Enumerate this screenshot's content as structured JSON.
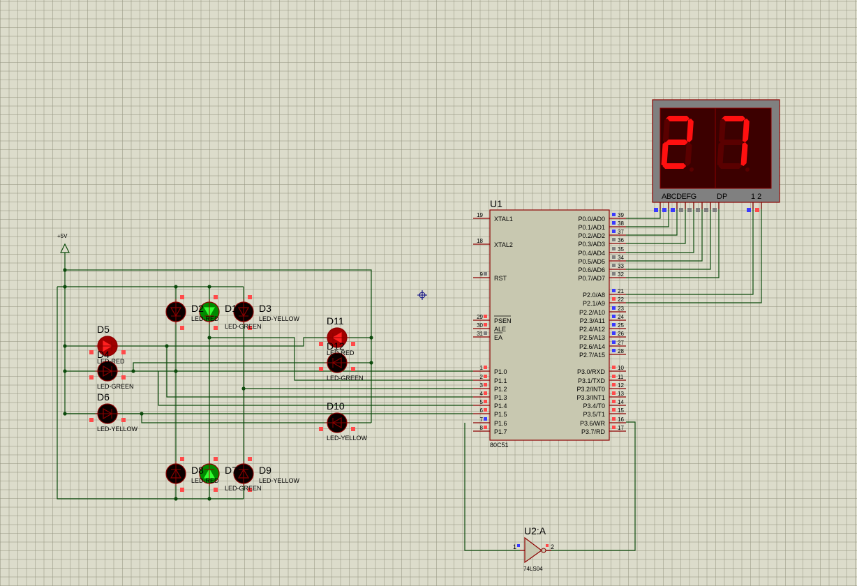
{
  "power": {
    "label": "+5V"
  },
  "chip": {
    "ref": "U1",
    "part": "80C51",
    "left_pins": [
      {
        "num": "19",
        "label": "XTAL1",
        "state": "none"
      },
      {
        "num": "18",
        "label": "XTAL2",
        "state": "none"
      },
      {
        "num": "9",
        "label": "RST",
        "state": "gray"
      },
      {
        "num": "29",
        "label": "PSEN",
        "state": "red",
        "bar": true
      },
      {
        "num": "30",
        "label": "ALE",
        "state": "red"
      },
      {
        "num": "31",
        "label": "EA",
        "state": "gray",
        "bar": true
      },
      {
        "num": "1",
        "label": "P1.0",
        "state": "red"
      },
      {
        "num": "2",
        "label": "P1.1",
        "state": "red"
      },
      {
        "num": "3",
        "label": "P1.2",
        "state": "red"
      },
      {
        "num": "4",
        "label": "P1.3",
        "state": "red"
      },
      {
        "num": "5",
        "label": "P1.4",
        "state": "red"
      },
      {
        "num": "6",
        "label": "P1.5",
        "state": "red"
      },
      {
        "num": "7",
        "label": "P1.6",
        "state": "blue"
      },
      {
        "num": "8",
        "label": "P1.7",
        "state": "red"
      }
    ],
    "right_pins": [
      {
        "num": "39",
        "label": "P0.0/AD0",
        "state": "blue"
      },
      {
        "num": "38",
        "label": "P0.1/AD1",
        "state": "blue"
      },
      {
        "num": "37",
        "label": "P0.2/AD2",
        "state": "blue"
      },
      {
        "num": "36",
        "label": "P0.3/AD3",
        "state": "gray"
      },
      {
        "num": "35",
        "label": "P0.4/AD4",
        "state": "gray"
      },
      {
        "num": "34",
        "label": "P0.5/AD5",
        "state": "gray"
      },
      {
        "num": "33",
        "label": "P0.6/AD6",
        "state": "gray"
      },
      {
        "num": "32",
        "label": "P0.7/AD7",
        "state": "gray"
      },
      {
        "num": "21",
        "label": "P2.0/A8",
        "state": "blue"
      },
      {
        "num": "22",
        "label": "P2.1/A9",
        "state": "red"
      },
      {
        "num": "23",
        "label": "P2.2/A10",
        "state": "blue"
      },
      {
        "num": "24",
        "label": "P2.3/A11",
        "state": "blue"
      },
      {
        "num": "25",
        "label": "P2.4/A12",
        "state": "blue"
      },
      {
        "num": "26",
        "label": "P2.5/A13",
        "state": "blue"
      },
      {
        "num": "27",
        "label": "P2.6/A14",
        "state": "blue"
      },
      {
        "num": "28",
        "label": "P2.7/A15",
        "state": "blue"
      },
      {
        "num": "10",
        "label": "P3.0/RXD",
        "state": "red"
      },
      {
        "num": "11",
        "label": "P3.1/TXD",
        "state": "red"
      },
      {
        "num": "12",
        "label": "P3.2/INT0",
        "state": "red"
      },
      {
        "num": "13",
        "label": "P3.3/INT1",
        "state": "red"
      },
      {
        "num": "14",
        "label": "P3.4/T0",
        "state": "red"
      },
      {
        "num": "15",
        "label": "P3.5/T1",
        "state": "red"
      },
      {
        "num": "16",
        "label": "P3.6/WR",
        "state": "red"
      },
      {
        "num": "17",
        "label": "P3.7/RD",
        "state": "red"
      }
    ]
  },
  "display": {
    "digits": [
      "2",
      "7"
    ],
    "segment_labels": "ABCDEFG",
    "dp_label": "DP",
    "common_labels": "1 2",
    "pin_states": [
      "blue",
      "blue",
      "blue",
      "gray",
      "gray",
      "gray",
      "gray",
      "gray",
      "blue",
      "red"
    ]
  },
  "inverter": {
    "ref": "U2:A",
    "part": "74LS04",
    "pin_in": "1",
    "pin_out": "2"
  },
  "leds": [
    {
      "ref": "D2",
      "type": "LED-RED",
      "lit": false
    },
    {
      "ref": "D1",
      "type": "LED-GREEN",
      "lit": true
    },
    {
      "ref": "D3",
      "type": "LED-YELLOW",
      "lit": false
    },
    {
      "ref": "D8",
      "type": "LED-RED",
      "lit": false
    },
    {
      "ref": "D7",
      "type": "LED-GREEN",
      "lit": true
    },
    {
      "ref": "D9",
      "type": "LED-YELLOW",
      "lit": false
    },
    {
      "ref": "D5",
      "type": "LED-RED",
      "lit": true
    },
    {
      "ref": "D4",
      "type": "LED-GREEN",
      "lit": false
    },
    {
      "ref": "D6",
      "type": "LED-YELLOW",
      "lit": false
    },
    {
      "ref": "D11",
      "type": "LED-RED",
      "lit": true
    },
    {
      "ref": "D12",
      "type": "LED-GREEN",
      "lit": false
    },
    {
      "ref": "D10",
      "type": "LED-YELLOW",
      "lit": false
    }
  ],
  "colors": {
    "wire": "#0b4a0b",
    "chip_body": "#c8c8b0",
    "red_lit": "#e00000",
    "green_lit": "#008a00",
    "seg_on": "#ff1010",
    "seg_off": "#5a0000",
    "pin_red": "#ff4a4a",
    "pin_blue": "#3a3aff",
    "pin_gray": "#808080"
  }
}
